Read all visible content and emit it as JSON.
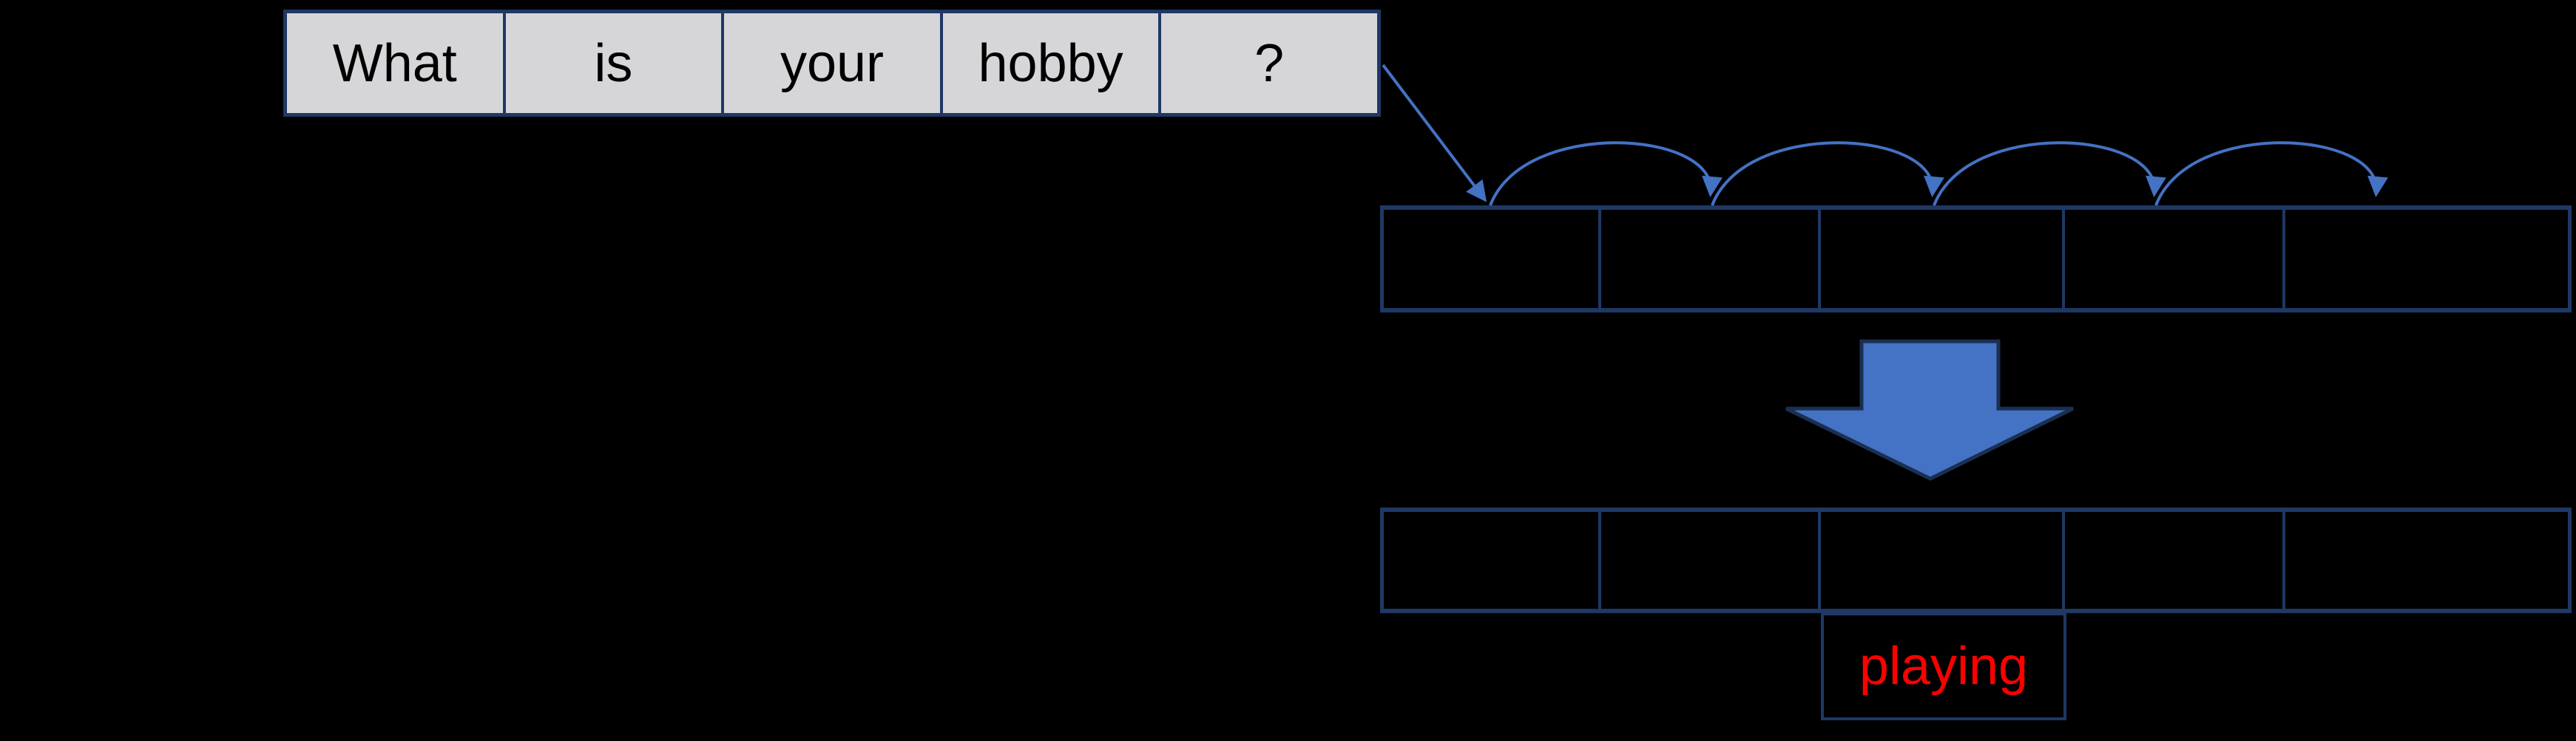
{
  "sentence_row": {
    "cells": [
      "What",
      "is",
      "your",
      "hobby",
      "?"
    ]
  },
  "hidden_row": {
    "cell_count": 5,
    "cells": [
      "",
      "",
      "",
      "",
      ""
    ]
  },
  "output_row": {
    "cell_count": 5,
    "cells": [
      "",
      "",
      "",
      "",
      ""
    ]
  },
  "prediction": {
    "label": "playing"
  },
  "colors": {
    "background": "#000000",
    "word_box_fill": "#D6D6D9",
    "box_border_navy": "#1F3864",
    "arrow_blue": "#4472C4",
    "block_arrow_outline": "#1B2F52",
    "word_text": "#000000",
    "prediction_text": "#FF0000"
  },
  "icons": {
    "step_arrow": "diagonal-arrow-icon",
    "hop_arrow": "arc-hop-arrow-icon",
    "transform_arrow": "block-down-arrow-icon"
  }
}
